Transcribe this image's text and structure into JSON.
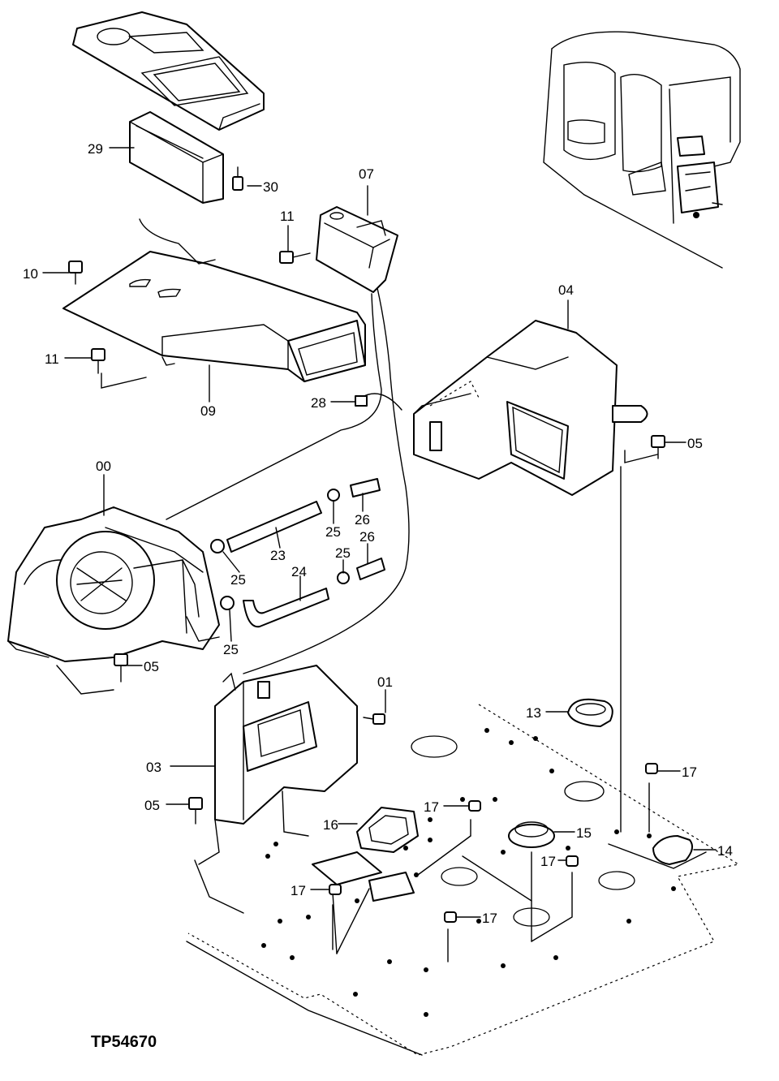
{
  "figure_id": "TP54670",
  "callouts": {
    "c29": "29",
    "c30": "30",
    "c07": "07",
    "c11a": "11",
    "c10": "10",
    "c11b": "11",
    "c09": "09",
    "c04": "04",
    "c28": "28",
    "c05a": "05",
    "c00": "00",
    "c26a": "26",
    "c25a": "25",
    "c26b": "26",
    "c25b": "25",
    "c23": "23",
    "c25c": "25",
    "c24": "24",
    "c25d": "25",
    "c05b": "05",
    "c01": "01",
    "c13": "13",
    "c03": "03",
    "c17a": "17",
    "c05c": "05",
    "c17b": "17",
    "c16": "16",
    "c15": "15",
    "c14": "14",
    "c17c": "17",
    "c17d": "17",
    "c17e": "17"
  }
}
